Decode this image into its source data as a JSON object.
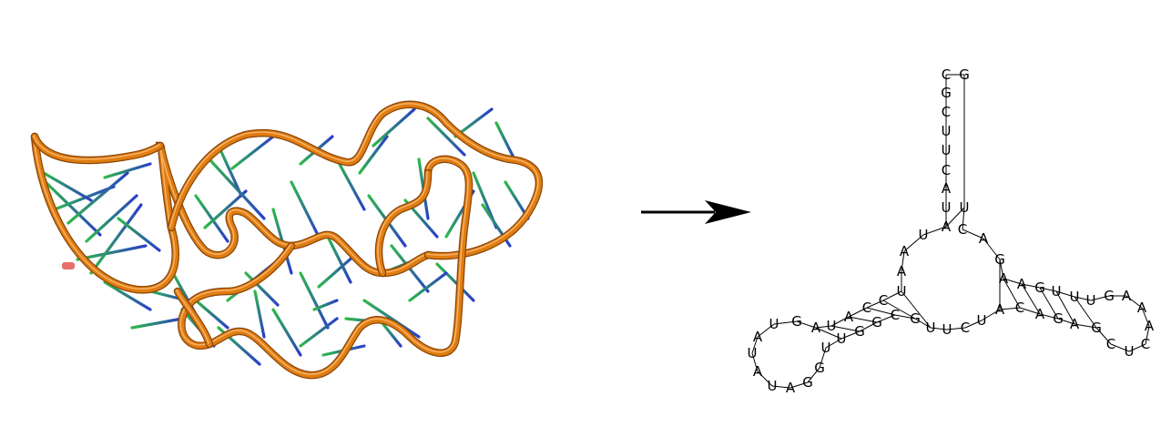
{
  "diagram": {
    "left_panel": {
      "icon": "rna-3d-cartoon-structure"
    },
    "arrow": {
      "icon": "right-arrow"
    },
    "right_panel": {
      "icon": "rna-secondary-structure",
      "colors": {
        "backbone": "#e07d10",
        "base_green": "#2fb84a",
        "base_blue": "#2a3ec8",
        "line": "#000000"
      },
      "nucleotides": [
        {
          "letter": "C"
        },
        {
          "letter": "G"
        },
        {
          "letter": "C"
        },
        {
          "letter": "U"
        },
        {
          "letter": "U"
        },
        {
          "letter": "C"
        },
        {
          "letter": "A"
        },
        {
          "letter": "U"
        },
        {
          "letter": "A"
        },
        {
          "letter": "U"
        },
        {
          "letter": "A"
        },
        {
          "letter": "A"
        },
        {
          "letter": "U"
        },
        {
          "letter": "C"
        },
        {
          "letter": "C"
        },
        {
          "letter": "A"
        },
        {
          "letter": "U"
        },
        {
          "letter": "A"
        },
        {
          "letter": "G"
        },
        {
          "letter": "U"
        },
        {
          "letter": "A"
        },
        {
          "letter": "U"
        },
        {
          "letter": "A"
        },
        {
          "letter": "U"
        },
        {
          "letter": "A"
        },
        {
          "letter": "G"
        },
        {
          "letter": "G"
        },
        {
          "letter": "U"
        },
        {
          "letter": "U"
        },
        {
          "letter": "G"
        },
        {
          "letter": "G"
        },
        {
          "letter": "C"
        },
        {
          "letter": "G"
        },
        {
          "letter": "U"
        },
        {
          "letter": "U"
        },
        {
          "letter": "C"
        },
        {
          "letter": "U"
        },
        {
          "letter": "A"
        },
        {
          "letter": "C"
        },
        {
          "letter": "A"
        },
        {
          "letter": "G"
        },
        {
          "letter": "A"
        },
        {
          "letter": "G"
        },
        {
          "letter": "C"
        },
        {
          "letter": "U"
        },
        {
          "letter": "C"
        },
        {
          "letter": "A"
        },
        {
          "letter": "A"
        },
        {
          "letter": "A"
        },
        {
          "letter": "G"
        },
        {
          "letter": "U"
        },
        {
          "letter": "U"
        },
        {
          "letter": "U"
        },
        {
          "letter": "G"
        },
        {
          "letter": "A"
        },
        {
          "letter": "A"
        },
        {
          "letter": "G"
        },
        {
          "letter": "A"
        },
        {
          "letter": "C"
        },
        {
          "letter": "U"
        },
        {
          "letter": "G"
        }
      ]
    }
  }
}
